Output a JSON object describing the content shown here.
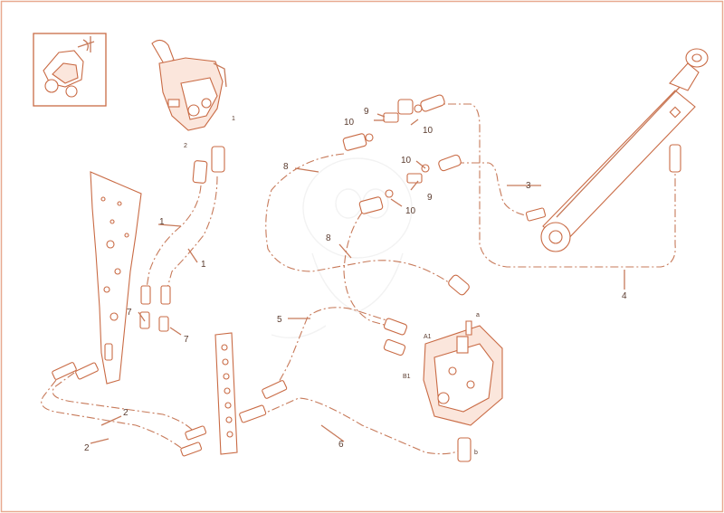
{
  "labels": {
    "l1a": "1",
    "l1b": "1",
    "l1c": "1",
    "l2a": "2",
    "l2b": "2",
    "l2c": "2",
    "l3": "3",
    "l4": "4",
    "l5": "5",
    "l6": "6",
    "l7a": "7",
    "l7b": "7",
    "l8a": "8",
    "l8b": "8",
    "l9a": "9",
    "l9b": "9",
    "l10a": "10",
    "l10b": "10",
    "l10c": "10",
    "l10d": "10",
    "la": "a",
    "lb": "b",
    "lA1": "A1",
    "lB1": "B1"
  },
  "colors": {
    "frame": "#e8a98f",
    "line": "#c77a5a",
    "text": "#5a3b2e"
  },
  "icons": {
    "inset": "tractor-loader-view-icon",
    "watermark": "mascot-watermark"
  }
}
